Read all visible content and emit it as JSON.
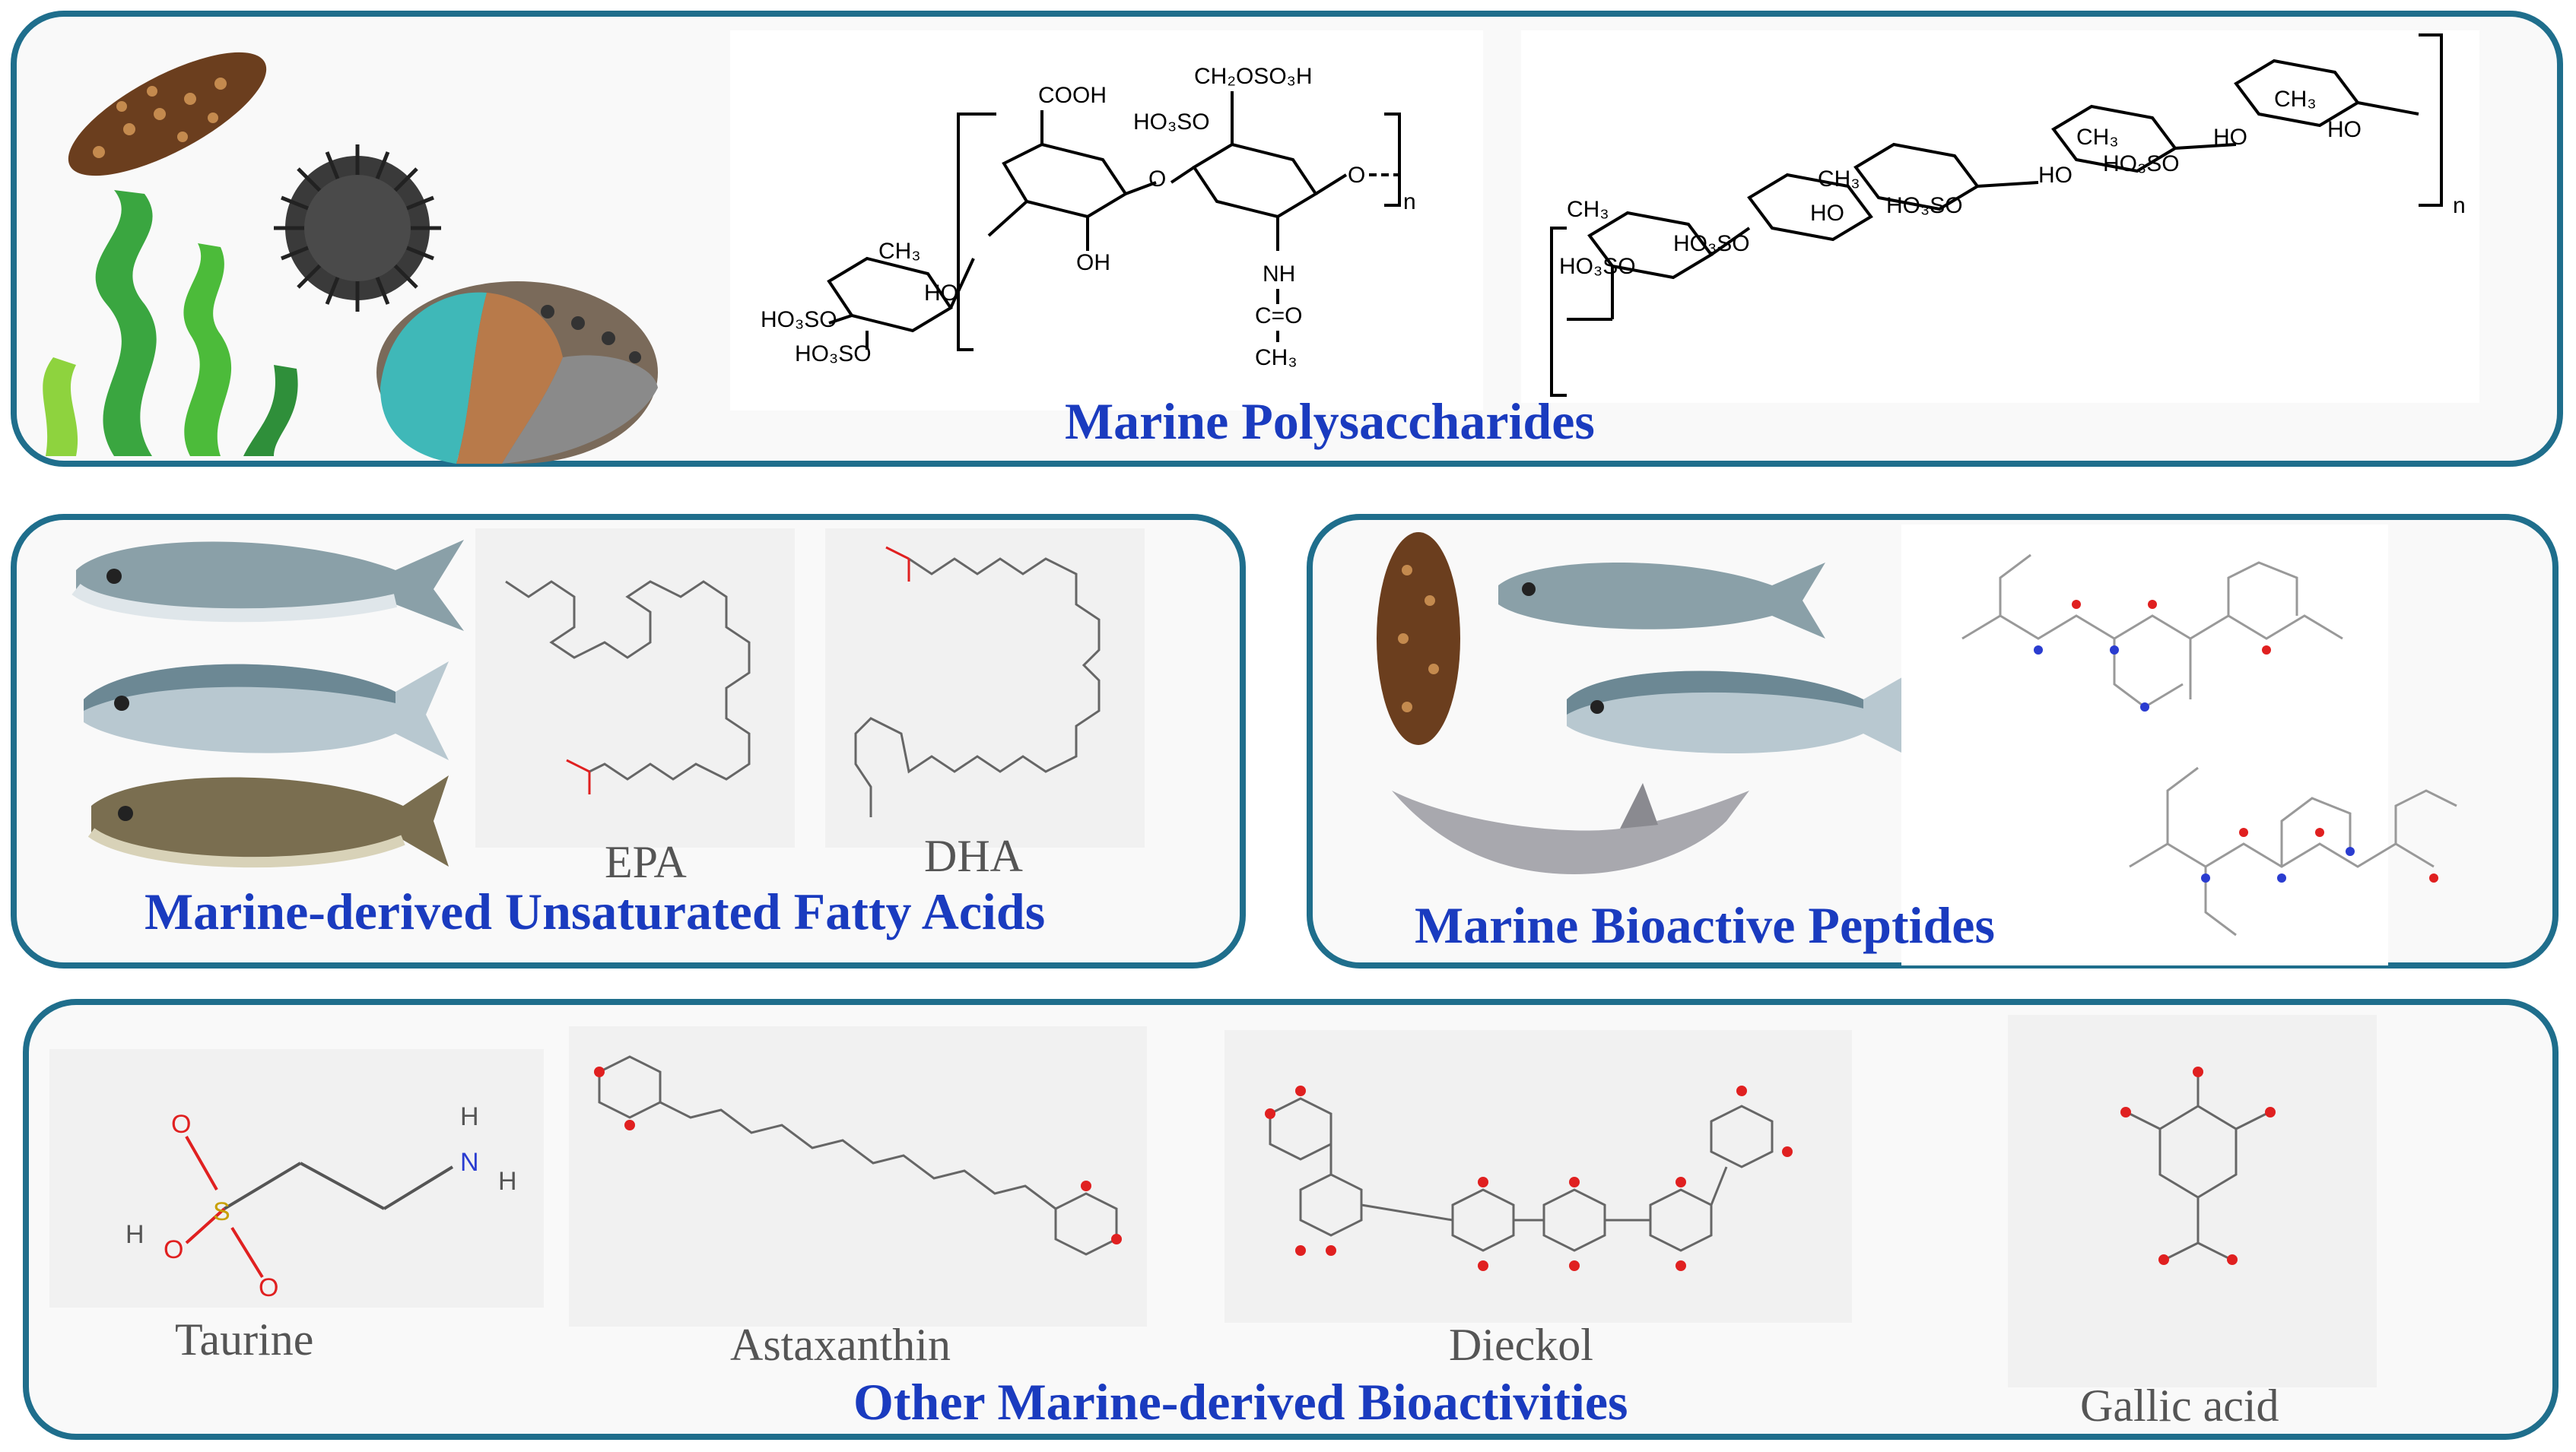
{
  "panels": {
    "polysaccharides": {
      "title": "Marine Polysaccharides",
      "struct1": {
        "cooh": "COOH",
        "ch2oso3h": "CH₂OSO₃H",
        "ho3so_a": "HO₃SO",
        "oh": "OH",
        "nh": "NH",
        "co": "C=O",
        "ch3_a": "CH₃",
        "ch3_b": "CH₃",
        "ho": "HO",
        "ho3so_b": "HO₃SO",
        "ho3so_c": "HO₃SO",
        "n": "n"
      },
      "struct2": {
        "ch3": "CH₃",
        "ho3so": "HO₃SO",
        "ho": "HO",
        "n": "n"
      }
    },
    "fatty_acids": {
      "title": "Marine-derived Unsaturated Fatty Acids",
      "epa": "EPA",
      "dha": "DHA"
    },
    "peptides": {
      "title": "Marine Bioactive Peptides"
    },
    "others": {
      "title": "Other Marine-derived Bioactivities",
      "taurine": "Taurine",
      "astaxanthin": "Astaxanthin",
      "dieckol": "Dieckol",
      "gallic": "Gallic acid"
    }
  },
  "colors": {
    "border": "#1f6e8c",
    "title": "#1a3bbf",
    "oxygen": "#e02020",
    "nitrogen": "#2a3cd0"
  }
}
